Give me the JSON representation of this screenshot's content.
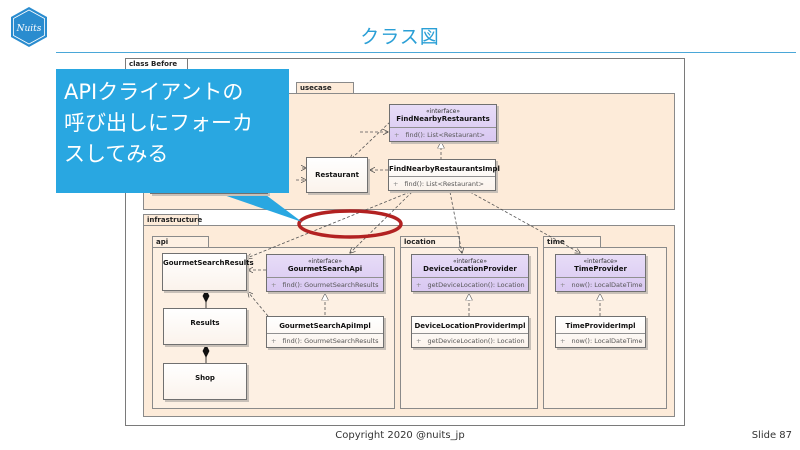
{
  "slide": {
    "title": "クラス図",
    "footer": "Copyright 2020 @nuits_jp",
    "slide_number": "Slide 87",
    "logo_text": "Nuits",
    "accent_color": "#29a7e1"
  },
  "callout": {
    "lines": [
      "APIクライアントの",
      "呼び出しにフォーカ",
      "スしてみる"
    ]
  },
  "diagram": {
    "frame_label": "class Before",
    "packages": {
      "usecase": "usecase",
      "infrastructure": "infrastructure",
      "api": "api",
      "location": "location",
      "time": "time"
    },
    "classes": {
      "find_nearby_restaurants": {
        "stereotype": "«interface»",
        "name": "FindNearbyRestaurants",
        "op_vis": "+",
        "op": "find(): List<Restaurant>"
      },
      "restaurant": {
        "name": "Restaurant"
      },
      "find_nearby_restaurants_impl": {
        "name": "FindNearbyRestaurantsImpl",
        "op_vis": "+",
        "op": "find(): List<Restaurant>"
      },
      "gourmet_search_results": {
        "name": "GourmetSearchResults"
      },
      "results": {
        "name": "Results"
      },
      "shop": {
        "name": "Shop"
      },
      "gourmet_search_api": {
        "stereotype": "«interface»",
        "name": "GourmetSearchApi",
        "op_vis": "+",
        "op": "find(): GourmetSearchResults"
      },
      "gourmet_search_api_impl": {
        "name": "GourmetSearchApiImpl",
        "op_vis": "+",
        "op": "find(): GourmetSearchResults"
      },
      "device_location_provider": {
        "stereotype": "«interface»",
        "name": "DeviceLocationProvider",
        "op_vis": "+",
        "op": "getDeviceLocation(): Location"
      },
      "device_location_provider_impl": {
        "name": "DeviceLocationProviderImpl",
        "op_vis": "+",
        "op": "getDeviceLocation(): Location"
      },
      "time_provider": {
        "stereotype": "«interface»",
        "name": "TimeProvider",
        "op_vis": "+",
        "op": "now(): LocalDateTime"
      },
      "time_provider_impl": {
        "name": "TimeProviderImpl",
        "op_vis": "+",
        "op": "now(): LocalDateTime"
      }
    }
  }
}
